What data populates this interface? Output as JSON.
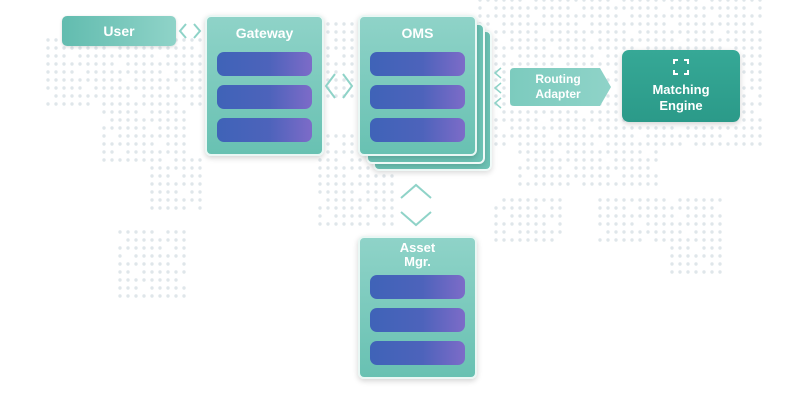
{
  "diagram": {
    "nodes": {
      "user": {
        "label": "User"
      },
      "gateway": {
        "label": "Gateway"
      },
      "oms": {
        "label": "OMS"
      },
      "routing_adapter": {
        "label_line1": "Routing",
        "label_line2": "Adapter"
      },
      "matching_engine": {
        "label_line1": "Matching",
        "label_line2": "Engine",
        "icon": "focus-frame-icon"
      },
      "asset_mgr": {
        "label_line1": "Asset",
        "label_line2": "Mgr."
      }
    },
    "connectors": [
      "user-gateway",
      "gateway-oms",
      "oms-routing-adapter",
      "oms-asset-mgr"
    ]
  },
  "colors": {
    "teal_light": "#8fd3c8",
    "teal_dark": "#2fa08f",
    "slot_blue": "#3f63b8",
    "slot_purple": "#7d6bc8",
    "map_dots": "#dfe6ea"
  }
}
